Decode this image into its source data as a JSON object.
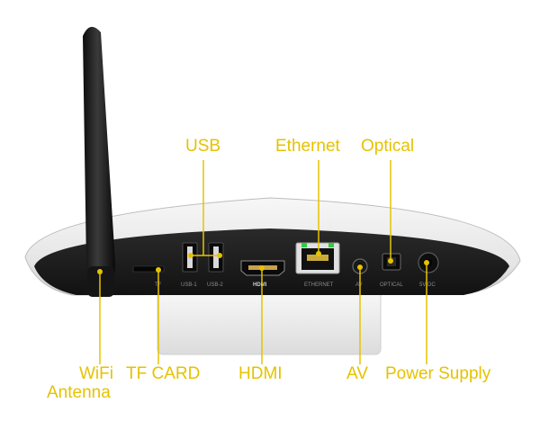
{
  "accent_color": "#e6c200",
  "callouts": {
    "usb": "USB",
    "ethernet": "Ethernet",
    "optical": "Optical",
    "wifi_line1": "WiFi",
    "wifi_line2": "Antenna",
    "tf_card": "TF CARD",
    "hdmi": "HDMI",
    "av": "AV",
    "power": "Power Supply"
  },
  "ports": {
    "tf": "TF",
    "usb1": "USB-1",
    "usb2": "USB-2",
    "hdmi": "HDMI",
    "ethernet": "ETHERNET",
    "av": "AV",
    "optical": "OPTICAL",
    "dc": "5V DC"
  },
  "icons": {
    "antenna": "antenna-icon",
    "device": "tv-box-device"
  }
}
